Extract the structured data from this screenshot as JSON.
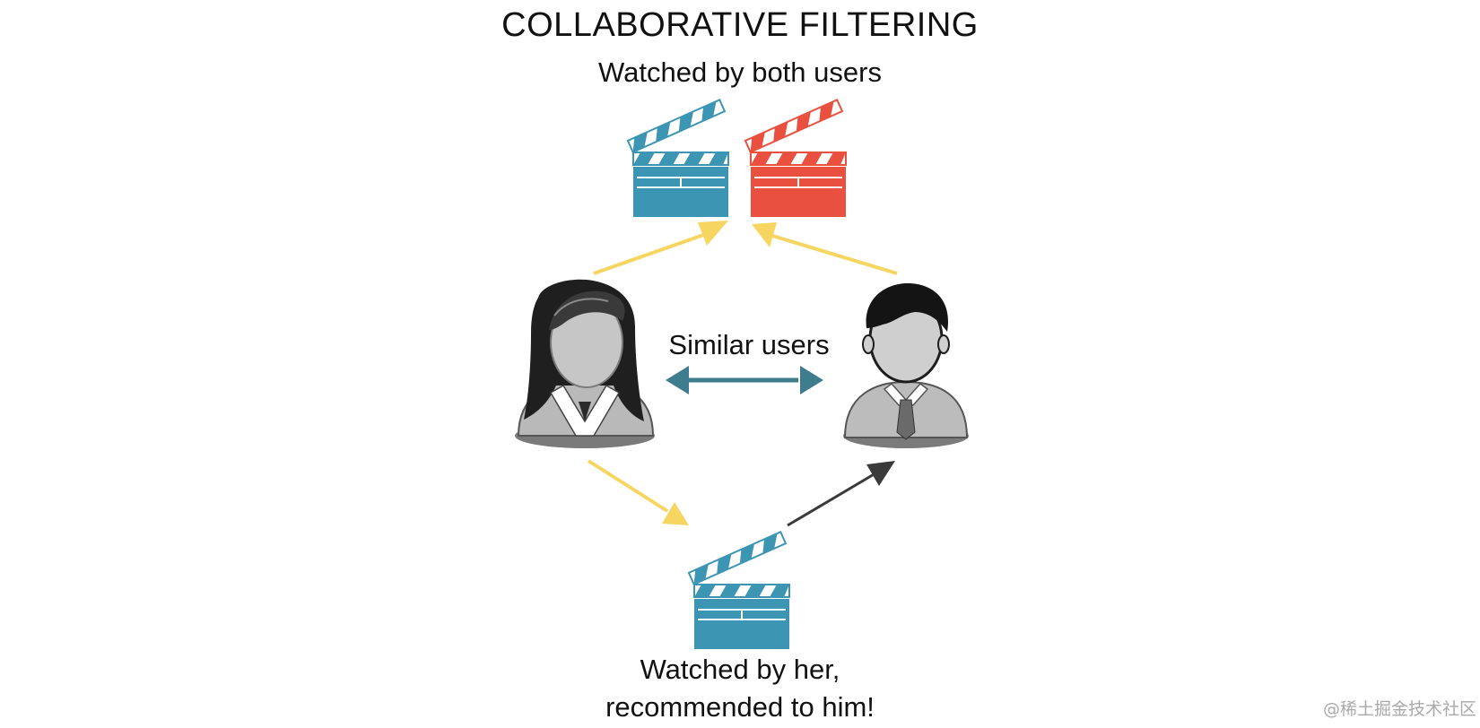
{
  "title": "COLLABORATIVE FILTERING",
  "captions": {
    "top": "Watched by both users",
    "middle": "Similar users",
    "bottom_line1": "Watched by her,",
    "bottom_line2": "recommended to him!"
  },
  "watermark": "@稀土掘金技术社区",
  "colors": {
    "teal_clapper": "#3d95b4",
    "red_clapper": "#e9503f",
    "yellow_arrow": "#f6d561",
    "teal_arrow": "#3e7c8e",
    "dark_arrow": "#3a3a3a",
    "person_gray": "#b9b9b9",
    "person_dark": "#1d1d1d"
  },
  "icons": {
    "woman": "woman-user-icon",
    "man": "man-user-icon",
    "movie": "clapperboard-icon"
  }
}
